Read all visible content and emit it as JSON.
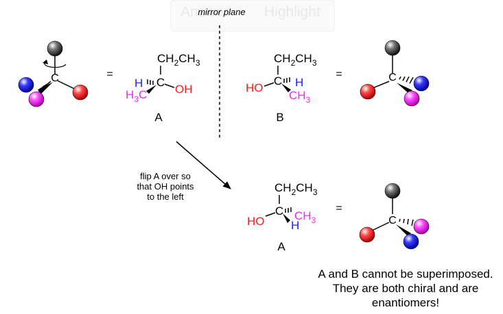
{
  "watermark": {
    "left": "Answer",
    "right": "Highlight"
  },
  "mirror_label": "mirror plane",
  "equals": "=",
  "carbon": "C",
  "ethyl": {
    "main": "CH",
    "sub1": "2",
    "mid": "CH",
    "sub2": "3"
  },
  "hydrogen": "H",
  "hydroxyl_right": "OH",
  "hydroxyl_left": "HO",
  "methyl_left": {
    "main": "H",
    "sub": "3",
    "end": "C"
  },
  "methyl_right": {
    "main": "CH",
    "sub": "3"
  },
  "label_a": "A",
  "label_b": "B",
  "flip_note": [
    "flip A over so",
    "that OH points",
    "to the left"
  ],
  "conclusion": [
    "A and B cannot be superimposed.",
    "They are both chiral and are",
    "enantiomers!"
  ],
  "colors": {
    "red": "#ff1a1a",
    "blue": "#1f1fff",
    "magenta": "#ff22ff",
    "black": "#000000"
  }
}
